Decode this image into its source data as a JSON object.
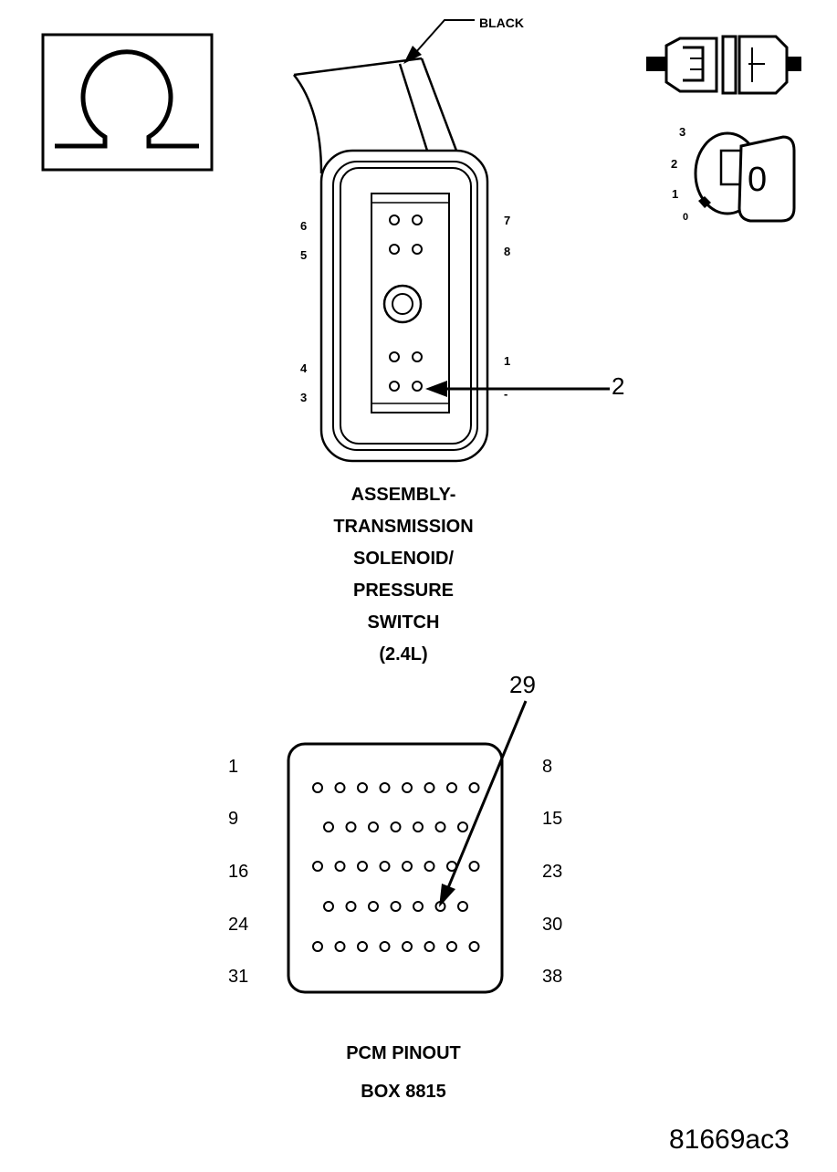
{
  "wire": {
    "color_label": "BLACK"
  },
  "ohm_icon": {
    "glyph": "Ω"
  },
  "ignition": {
    "positions": [
      "3",
      "2",
      "1",
      "0"
    ],
    "key_label": "0"
  },
  "solenoid_connector": {
    "left_pins": [
      "6",
      "5",
      "4",
      "3"
    ],
    "right_pins": [
      "7",
      "8",
      "1",
      "-"
    ],
    "callout": "2",
    "caption": [
      "ASSEMBLY-",
      "TRANSMISSION",
      "SOLENOID/",
      "PRESSURE",
      "SWITCH",
      "(2.4L)"
    ]
  },
  "pcm_connector": {
    "callout": "29",
    "left_row_numbers": [
      "1",
      "9",
      "16",
      "24",
      "31"
    ],
    "right_row_numbers": [
      "8",
      "15",
      "23",
      "30",
      "38"
    ],
    "caption": [
      "PCM PINOUT",
      "BOX 8815"
    ]
  },
  "figure_id": "81669ac3"
}
